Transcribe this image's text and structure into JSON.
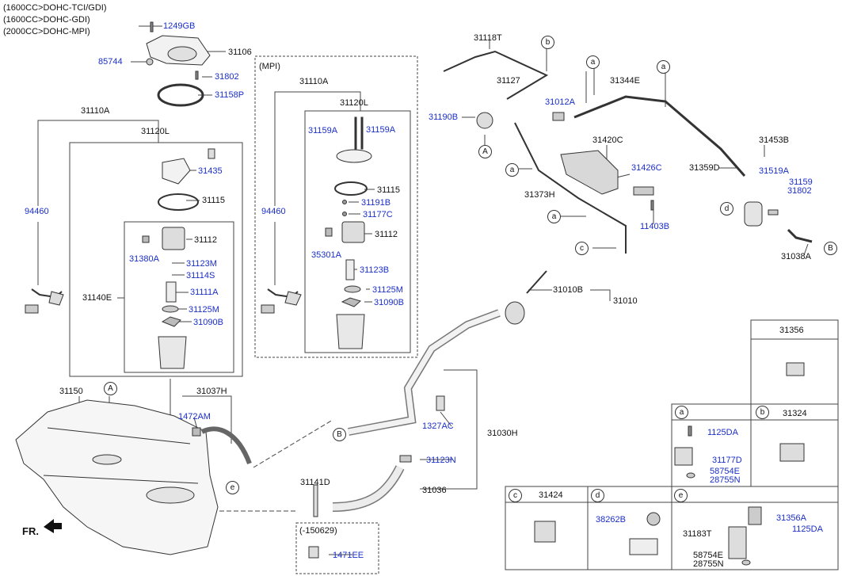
{
  "header_lines": [
    "(1600CC>DOHC-TCI/GDI)",
    "(1600CC>DOHC-GDI)",
    "(2000CC>DOHC-MPI)"
  ],
  "mpi_label": "(MPI)",
  "date_label": "(-150629)",
  "front_label": "FR.",
  "part_labels": [
    {
      "id": "1249GB",
      "text": "1249GB"
    },
    {
      "id": "31106",
      "text": "31106"
    },
    {
      "id": "85744",
      "text": "85744"
    },
    {
      "id": "31802a",
      "text": "31802"
    },
    {
      "id": "31158P",
      "text": "31158P"
    },
    {
      "id": "31110A_l",
      "text": "31110A"
    },
    {
      "id": "31120L_l",
      "text": "31120L"
    },
    {
      "id": "31435",
      "text": "31435"
    },
    {
      "id": "31115_l",
      "text": "31115"
    },
    {
      "id": "94460_l",
      "text": "94460"
    },
    {
      "id": "31112_l",
      "text": "31112"
    },
    {
      "id": "31380A",
      "text": "31380A"
    },
    {
      "id": "31123M",
      "text": "31123M"
    },
    {
      "id": "31114S",
      "text": "31114S"
    },
    {
      "id": "31140E",
      "text": "31140E"
    },
    {
      "id": "31111A",
      "text": "31111A"
    },
    {
      "id": "31125M_l",
      "text": "31125M"
    },
    {
      "id": "31090B_l",
      "text": "31090B"
    },
    {
      "id": "31150",
      "text": "31150"
    },
    {
      "id": "31037H",
      "text": "31037H"
    },
    {
      "id": "1472AM",
      "text": "1472AM"
    },
    {
      "id": "31110A_m",
      "text": "31110A"
    },
    {
      "id": "31120L_m",
      "text": "31120L"
    },
    {
      "id": "31159A_1",
      "text": "31159A"
    },
    {
      "id": "31159A_2",
      "text": "31159A"
    },
    {
      "id": "31115_m",
      "text": "31115"
    },
    {
      "id": "94460_m",
      "text": "94460"
    },
    {
      "id": "31191B",
      "text": "31191B"
    },
    {
      "id": "31177C",
      "text": "31177C"
    },
    {
      "id": "31112_m",
      "text": "31112"
    },
    {
      "id": "35301A",
      "text": "35301A"
    },
    {
      "id": "31123B",
      "text": "31123B"
    },
    {
      "id": "31125M_m",
      "text": "31125M"
    },
    {
      "id": "31090B_m",
      "text": "31090B"
    },
    {
      "id": "31118T",
      "text": "31118T"
    },
    {
      "id": "31127",
      "text": "31127"
    },
    {
      "id": "31012A",
      "text": "31012A"
    },
    {
      "id": "31190B",
      "text": "31190B"
    },
    {
      "id": "31344E",
      "text": "31344E"
    },
    {
      "id": "31420C",
      "text": "31420C"
    },
    {
      "id": "31426C",
      "text": "31426C"
    },
    {
      "id": "31373H",
      "text": "31373H"
    },
    {
      "id": "11403B",
      "text": "11403B"
    },
    {
      "id": "31453B",
      "text": "31453B"
    },
    {
      "id": "31359D",
      "text": "31359D"
    },
    {
      "id": "31519A",
      "text": "31519A"
    },
    {
      "id": "31159",
      "text": "31159"
    },
    {
      "id": "31802b",
      "text": "31802"
    },
    {
      "id": "31038A",
      "text": "31038A"
    },
    {
      "id": "31010B",
      "text": "31010B"
    },
    {
      "id": "31010",
      "text": "31010"
    },
    {
      "id": "1327AC",
      "text": "1327AC"
    },
    {
      "id": "31030H",
      "text": "31030H"
    },
    {
      "id": "31123N",
      "text": "31123N"
    },
    {
      "id": "31141D",
      "text": "31141D"
    },
    {
      "id": "31036",
      "text": "31036"
    },
    {
      "id": "1471EE",
      "text": "1471EE"
    },
    {
      "id": "31356",
      "text": "31356"
    },
    {
      "id": "1125DA_a",
      "text": "1125DA"
    },
    {
      "id": "31177D",
      "text": "31177D"
    },
    {
      "id": "58754E_a",
      "text": "58754E"
    },
    {
      "id": "28755N_a",
      "text": "28755N"
    },
    {
      "id": "31324",
      "text": "31324"
    },
    {
      "id": "31424",
      "text": "31424"
    },
    {
      "id": "38262B",
      "text": "38262B"
    },
    {
      "id": "31356A",
      "text": "31356A"
    },
    {
      "id": "1125DA_e",
      "text": "1125DA"
    },
    {
      "id": "31183T",
      "text": "31183T"
    },
    {
      "id": "58754E_e",
      "text": "58754E"
    },
    {
      "id": "28755N_e",
      "text": "28755N"
    }
  ],
  "callouts": [
    "A",
    "A",
    "a",
    "a",
    "a",
    "a",
    "b",
    "b",
    "B",
    "B",
    "c",
    "c",
    "d",
    "d",
    "e",
    "e"
  ],
  "legend": {
    "a": "a",
    "b": "b",
    "c": "c",
    "d": "d",
    "e": "e"
  },
  "colors": {
    "label_blue": "#1a2ec8",
    "line": "#333333",
    "box": "#555555"
  }
}
